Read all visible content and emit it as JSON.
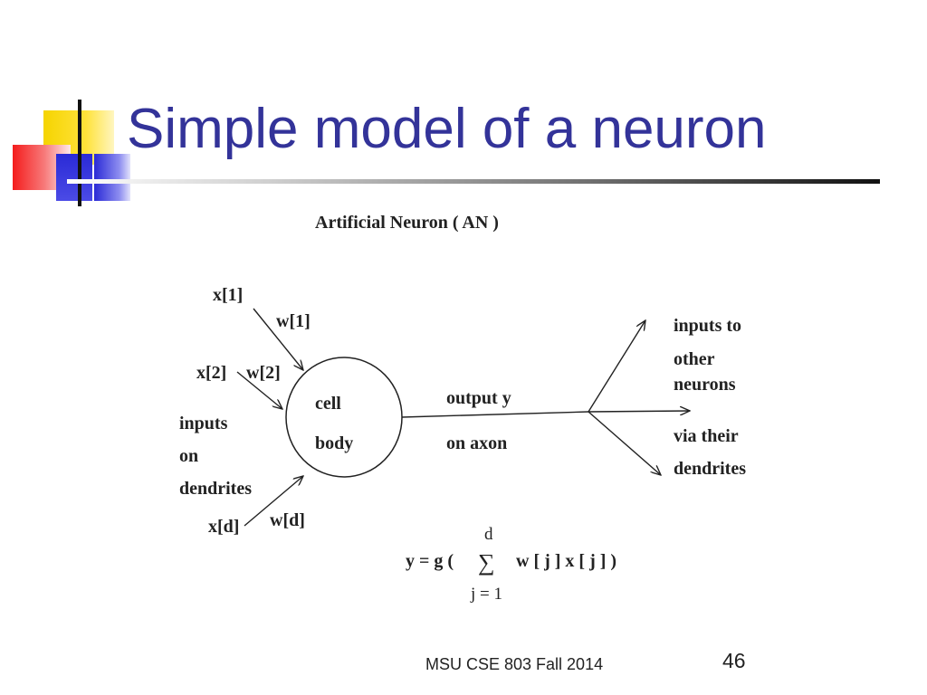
{
  "slide": {
    "title": "Simple model of a neuron",
    "footer": "MSU CSE 803 Fall 2014",
    "page_number": "46"
  },
  "diagram": {
    "heading": "Artificial  Neuron  ( AN )",
    "inputs": {
      "x1": "x[1]",
      "w1": "w[1]",
      "x2": "x[2]",
      "w2": "w[2]",
      "xd": "x[d]",
      "wd": "w[d]"
    },
    "dendrite_labels": [
      "inputs",
      "on",
      "dendrites"
    ],
    "cell_labels": [
      "cell",
      "body"
    ],
    "axon_labels": [
      "output  y",
      "on  axon"
    ],
    "outputs_upper": [
      "inputs  to",
      "other",
      "neurons"
    ],
    "outputs_lower": [
      "via  their",
      "dendrites"
    ],
    "formula": {
      "lhs": "y =  g (",
      "upper_limit": "d",
      "sigma": "∑",
      "term": "w [ j ] x [ j ]  )",
      "lower_limit": "j = 1"
    }
  }
}
